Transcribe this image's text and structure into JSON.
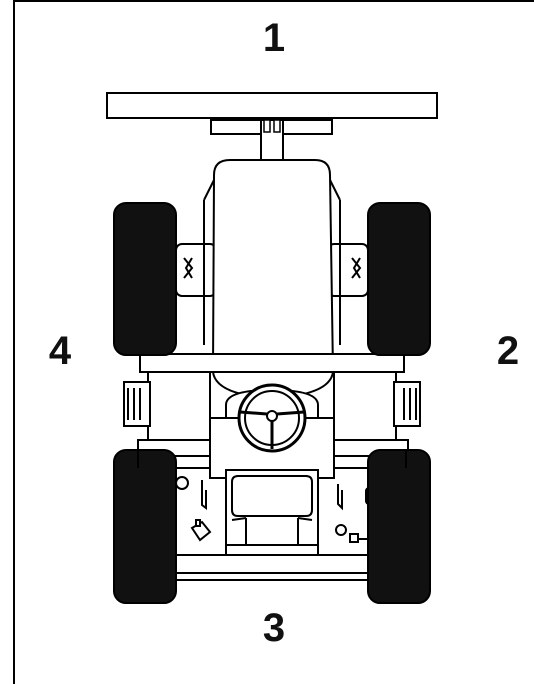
{
  "labels": {
    "front": "1",
    "right": "2",
    "rear": "3",
    "left": "4"
  },
  "colors": {
    "line": "#000000",
    "fill": "#ffffff",
    "tire": "#111111"
  }
}
